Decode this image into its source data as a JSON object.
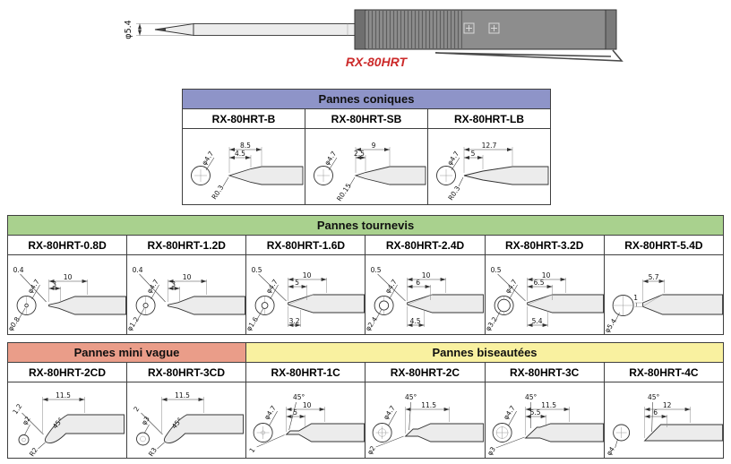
{
  "hero": {
    "shaft_diameter": "φ5.4",
    "product_label": "RX-80HRT"
  },
  "colors": {
    "coniques_header": "#8e94c8",
    "tournevis_header": "#a9d18e",
    "minivague_header": "#ea9d89",
    "biseautees_header": "#f9f1a0",
    "product_label_red": "#cc2a2a"
  },
  "tables": {
    "coniques": {
      "title": "Pannes coniques",
      "cells": [
        {
          "name": "RX-80HRT-B",
          "dia": "φ4.7",
          "radius": "R0.3",
          "len_total": "8.5",
          "len_tip": "4.5"
        },
        {
          "name": "RX-80HRT-SB",
          "dia": "φ4.7",
          "radius": "R0.15",
          "len_total": "9",
          "len_tip": "2.5"
        },
        {
          "name": "RX-80HRT-LB",
          "dia": "φ4.7",
          "radius": "R0.3",
          "len_total": "12.7",
          "len_tip": "5"
        }
      ]
    },
    "tournevis": {
      "title": "Pannes tournevis",
      "cells": [
        {
          "name": "RX-80HRT-0.8D",
          "tip_w": "0.4",
          "dia": "φ4.7",
          "len_tip": "3",
          "len_total": "10",
          "tip_dia": "φ0.8"
        },
        {
          "name": "RX-80HRT-1.2D",
          "tip_w": "0.4",
          "dia": "φ4.7",
          "len_tip": "3",
          "len_total": "10",
          "tip_dia": "φ1.2"
        },
        {
          "name": "RX-80HRT-1.6D",
          "tip_w": "0.5",
          "dia": "φ4.7",
          "len_tip": "5",
          "len_total": "10",
          "face": "3.2",
          "tip_dia": "φ1.6"
        },
        {
          "name": "RX-80HRT-2.4D",
          "tip_w": "0.5",
          "dia": "φ4.7",
          "len_tip": "6",
          "len_total": "10",
          "face": "4.5",
          "tip_dia": "φ2.4"
        },
        {
          "name": "RX-80HRT-3.2D",
          "tip_w": "0.5",
          "dia": "φ4.7",
          "len_tip": "6.5",
          "len_total": "10",
          "face": "5.4",
          "tip_dia": "φ3.2"
        },
        {
          "name": "RX-80HRT-5.4D",
          "tip_w": "1",
          "len_total": "5.7",
          "tip_dia": "φ5.4"
        }
      ]
    },
    "minivague": {
      "title": "Pannes mini vague",
      "cells": [
        {
          "name": "RX-80HRT-2CD",
          "len_total": "11.5",
          "tip_w": "1.2",
          "tip_dia": "φ2",
          "angle": "45°",
          "radius": "R2"
        },
        {
          "name": "RX-80HRT-3CD",
          "len_total": "11.5",
          "tip_w": "2",
          "tip_dia": "φ3",
          "angle": "45°",
          "radius": "R3"
        }
      ]
    },
    "biseautees": {
      "title": "Pannes biseautées",
      "cells": [
        {
          "name": "RX-80HRT-1C",
          "dia": "φ4.7",
          "angle": "45°",
          "len_total": "10",
          "len_tip": "5",
          "tip_w": "1"
        },
        {
          "name": "RX-80HRT-2C",
          "dia": "φ4.7",
          "angle": "45°",
          "len_total": "11.5",
          "tip_dia": "φ2"
        },
        {
          "name": "RX-80HRT-3C",
          "dia": "φ4.7",
          "angle": "45°",
          "len_total": "11.5",
          "len_tip": "5.5",
          "tip_dia": "φ3"
        },
        {
          "name": "RX-80HRT-4C",
          "angle": "45°",
          "len_total": "12",
          "len_tip": "6",
          "tip_dia": "φ4"
        }
      ]
    }
  }
}
